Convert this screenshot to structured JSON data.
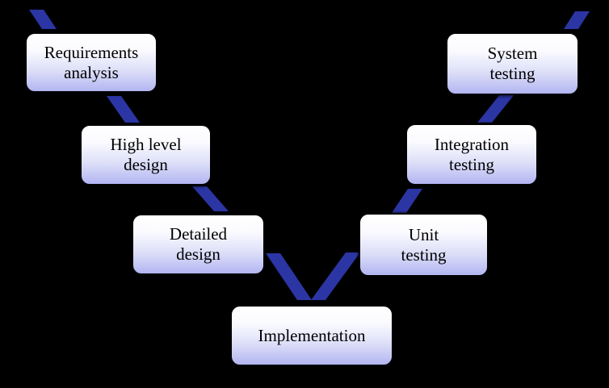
{
  "colors": {
    "background": "#000000",
    "arrow": "#2b35a4",
    "node_border": "#000000",
    "node_text": "#000000",
    "node_gradient_top": "#ffffff",
    "node_gradient_bottom": "#b2b5f1"
  },
  "nodes": [
    {
      "label": "Requirements\nanalysis"
    },
    {
      "label": "High level\ndesign"
    },
    {
      "label": "Detailed\ndesign"
    },
    {
      "label": "Implementation"
    },
    {
      "label": "Unit\ntesting"
    },
    {
      "label": "Integration\ntesting"
    },
    {
      "label": "System\ntesting"
    }
  ],
  "edges": [
    {
      "from": null,
      "to": "Requirements analysis"
    },
    {
      "from": "Requirements analysis",
      "to": "High level design"
    },
    {
      "from": "High level design",
      "to": "Detailed design"
    },
    {
      "from": "Detailed design",
      "to": "Implementation"
    },
    {
      "from": "Implementation",
      "to": "Unit testing"
    },
    {
      "from": "Unit testing",
      "to": "Integration testing"
    },
    {
      "from": "Integration testing",
      "to": "System testing"
    },
    {
      "from": "System testing",
      "to": null
    }
  ]
}
